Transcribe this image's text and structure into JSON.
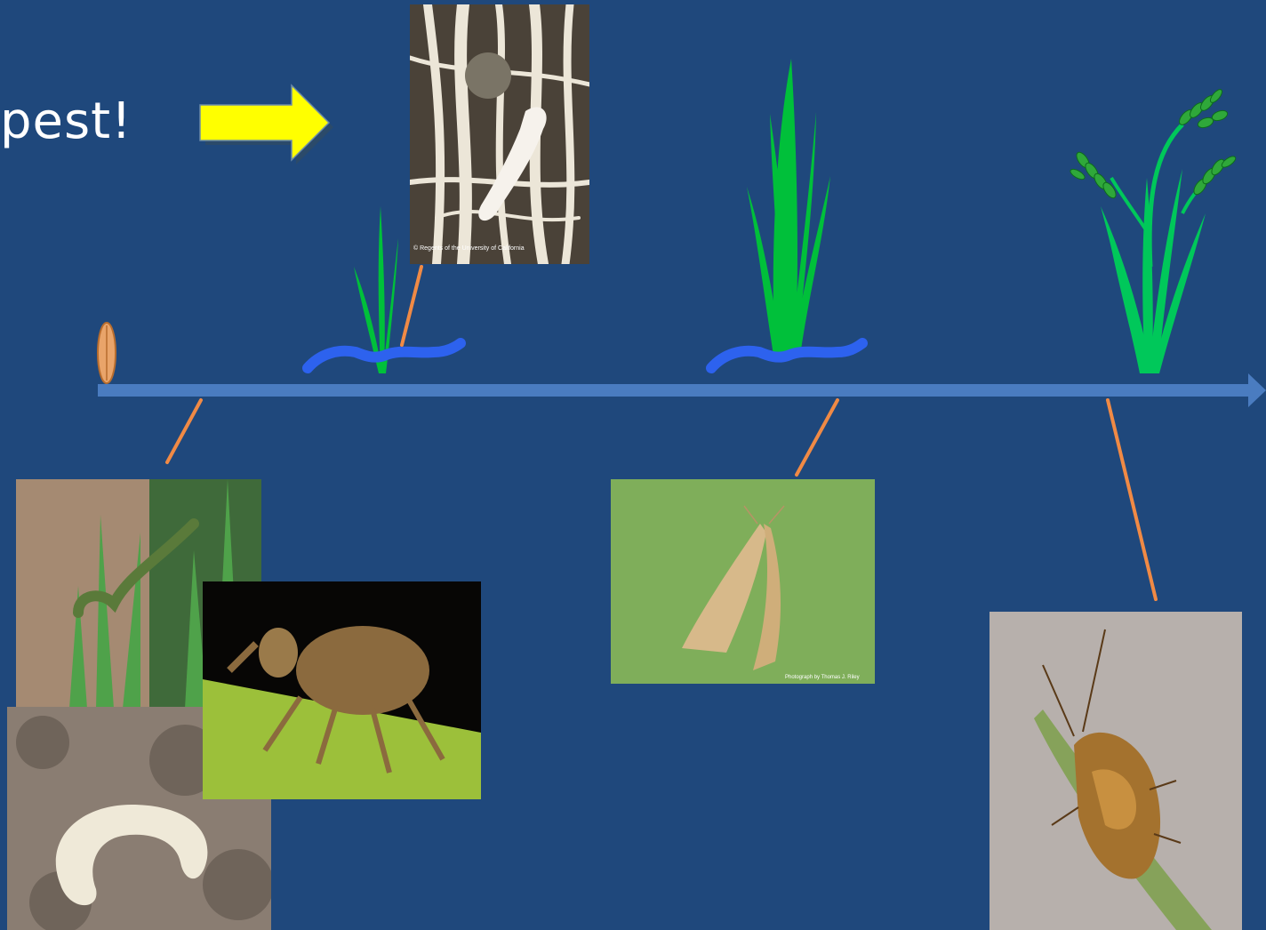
{
  "slide": {
    "title_fragment": "pest!",
    "colors": {
      "background": "#1f487c",
      "timeline": "#4a7cc0",
      "connector": "#f08a45",
      "arrow_fill": "#ffff00",
      "water": "#2d62ee",
      "plant": "#00c03a",
      "seed": "#e9a46a"
    },
    "photos": {
      "root_damage": {
        "subject": "larvae on rice roots",
        "credit": "© Regents of the University of California"
      },
      "cutworm": {
        "subject": "caterpillar on seedling"
      },
      "grub": {
        "subject": "white grub in soil"
      },
      "weevil": {
        "subject": "weevil on leaf"
      },
      "moth": {
        "subject": "tan moth",
        "credit": "Photograph by Thomas J. Riley"
      },
      "stink_bug": {
        "subject": "stink bug on panicle"
      }
    }
  }
}
